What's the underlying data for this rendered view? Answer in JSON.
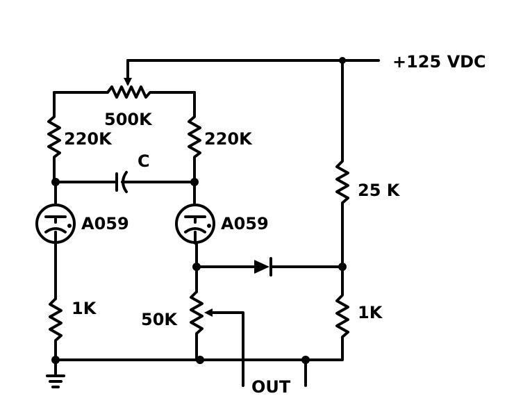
{
  "supply": {
    "label": "+125 VDC"
  },
  "components": {
    "pot_top": {
      "label": "500K"
    },
    "r_left_top": {
      "label": "220K"
    },
    "r_right_top": {
      "label": "220K"
    },
    "capacitor": {
      "label": "C"
    },
    "lamp_left": {
      "label": "A059"
    },
    "lamp_right": {
      "label": "A059"
    },
    "r_left_bottom": {
      "label": "1K"
    },
    "pot_bottom": {
      "label": "50K"
    },
    "r_25k": {
      "label": "25 K"
    },
    "r_right_bottom": {
      "label": "1K"
    }
  },
  "output": {
    "label": "OUT"
  },
  "colors": {
    "ink": "#000000",
    "background": "#ffffff"
  }
}
